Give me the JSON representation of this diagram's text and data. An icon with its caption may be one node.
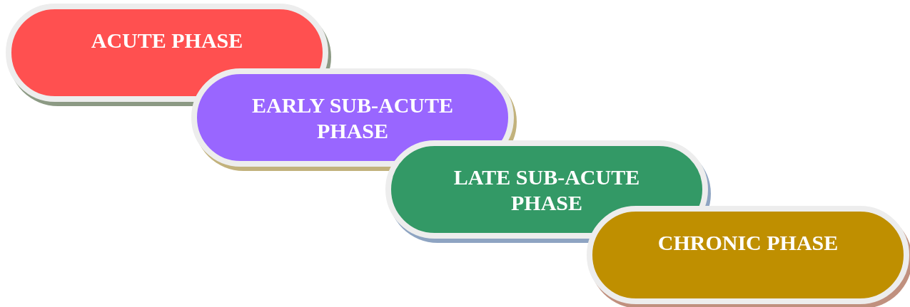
{
  "diagram": {
    "nodes": [
      {
        "text": [
          "ACUTE PHASE"
        ]
      },
      {
        "text": [
          "EARLY SUB-ACUTE PHASE"
        ]
      },
      {
        "text": [
          "LATE SUB-ACUTE PHASE"
        ]
      },
      {
        "text": [
          "CHRONIC PHASE"
        ]
      }
    ]
  }
}
